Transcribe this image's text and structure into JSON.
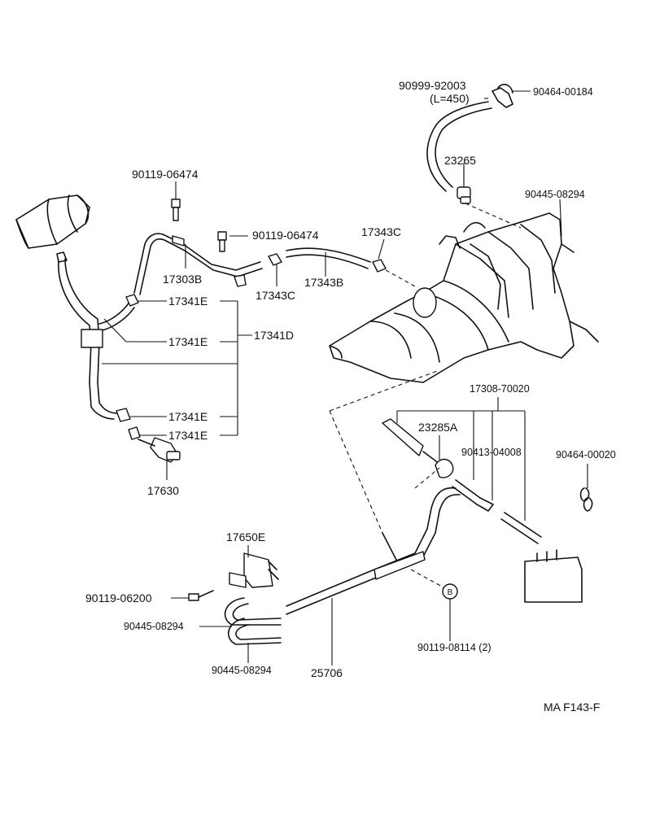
{
  "labels": {
    "p90999": "90999-92003",
    "p90999_len": "(L=450)",
    "p9046400184": "90464-00184",
    "p23265": "23265",
    "p9044508294_top": "90445-08294",
    "p9011906474_a": "90119-06474",
    "p9011906474_b": "90119-06474",
    "p17343C_a": "17343C",
    "p17303B": "17303B",
    "p17343C_b": "17343C",
    "p17343B": "17343B",
    "p17341E_1": "17341E",
    "p17341E_2": "17341E",
    "p17341D": "17341D",
    "p17341E_3": "17341E",
    "p17341E_4": "17341E",
    "p17630": "17630",
    "p1730870020": "17308-70020",
    "p23285A": "23285A",
    "p9041304008": "90413-04008",
    "p9046400020": "90464-00020",
    "p17650E": "17650E",
    "p9011906200": "90119-06200",
    "p9044508294_a": "90445-08294",
    "p9044508294_b": "90445-08294",
    "p25706": "25706",
    "p9011908114": "90119-08114 (2)",
    "b_marker": "B",
    "footer": "MA F143-F"
  }
}
